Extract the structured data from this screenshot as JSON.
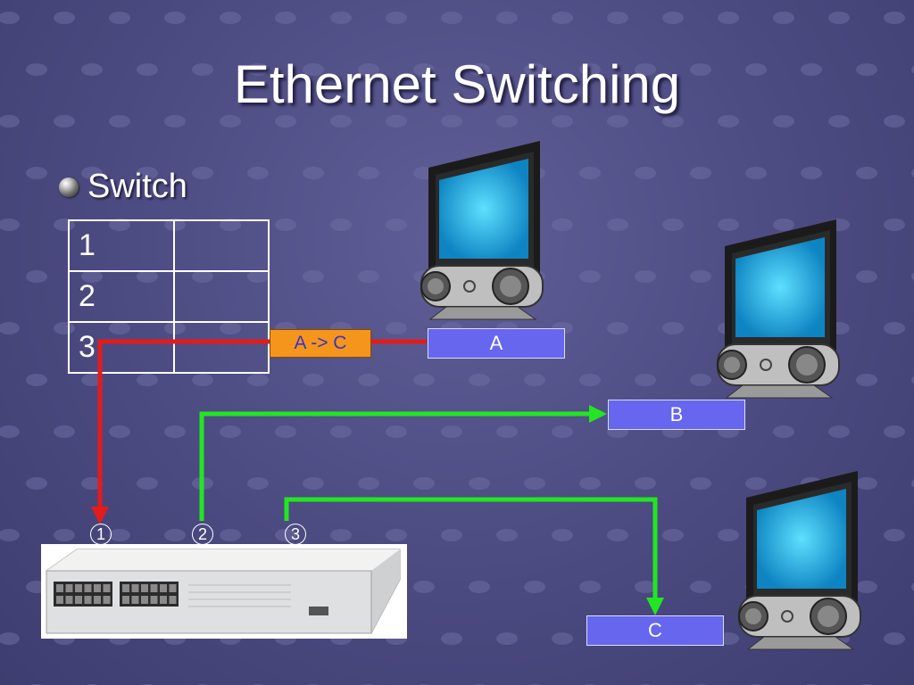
{
  "slide": {
    "title": "Ethernet Switching",
    "bullet": "Switch"
  },
  "switch_table": {
    "rows": [
      {
        "port": "1",
        "host": ""
      },
      {
        "port": "2",
        "host": ""
      },
      {
        "port": "3",
        "host": ""
      }
    ]
  },
  "frame_label": "A -> C",
  "hosts": [
    {
      "label": "A"
    },
    {
      "label": "B"
    },
    {
      "label": "C"
    }
  ],
  "ports": [
    "1",
    "2",
    "3"
  ],
  "colors": {
    "frame_path": "#e41b1b",
    "flood_path": "#22e622",
    "host_label_bg": "#6666ee",
    "frame_label_bg": "#f5951c"
  },
  "icons": {
    "bullet": "sphere-bullet-icon",
    "host": "monitor-icon",
    "switch": "ethernet-switch-image"
  }
}
